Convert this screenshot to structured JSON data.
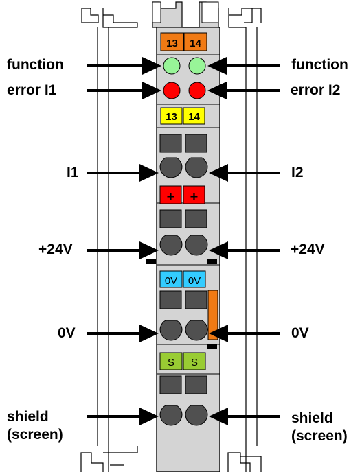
{
  "labels": {
    "function_left": "function",
    "function_right": "function",
    "error_left": "error I1",
    "error_right": "error I2",
    "input_left": "I1",
    "input_right": "I2",
    "v24_left": "+24V",
    "v24_right": "+24V",
    "v0_left": "0V",
    "v0_right": "0V",
    "shield_left_line1": "shield",
    "shield_left_line2": "(screen)",
    "shield_right_line1": "shield",
    "shield_right_line2": "(screen)"
  },
  "markers": {
    "top_left": "13",
    "top_right": "14",
    "yellow_left": "13",
    "yellow_right": "14",
    "red_left": "+",
    "red_right": "+",
    "blue_left": "0V",
    "blue_right": "0V",
    "green_left": "S",
    "green_right": "S"
  },
  "colors": {
    "module_body": "#d4d4d4",
    "orange_marker": "#f07a14",
    "led_function": "#98f598",
    "led_error": "#ff0000",
    "yellow_marker": "#ffff00",
    "red_marker": "#ff0000",
    "blue_marker": "#33ccff",
    "green_marker": "#99cc33",
    "terminal_dark": "#505050",
    "power_jumper": "#f07a14"
  }
}
